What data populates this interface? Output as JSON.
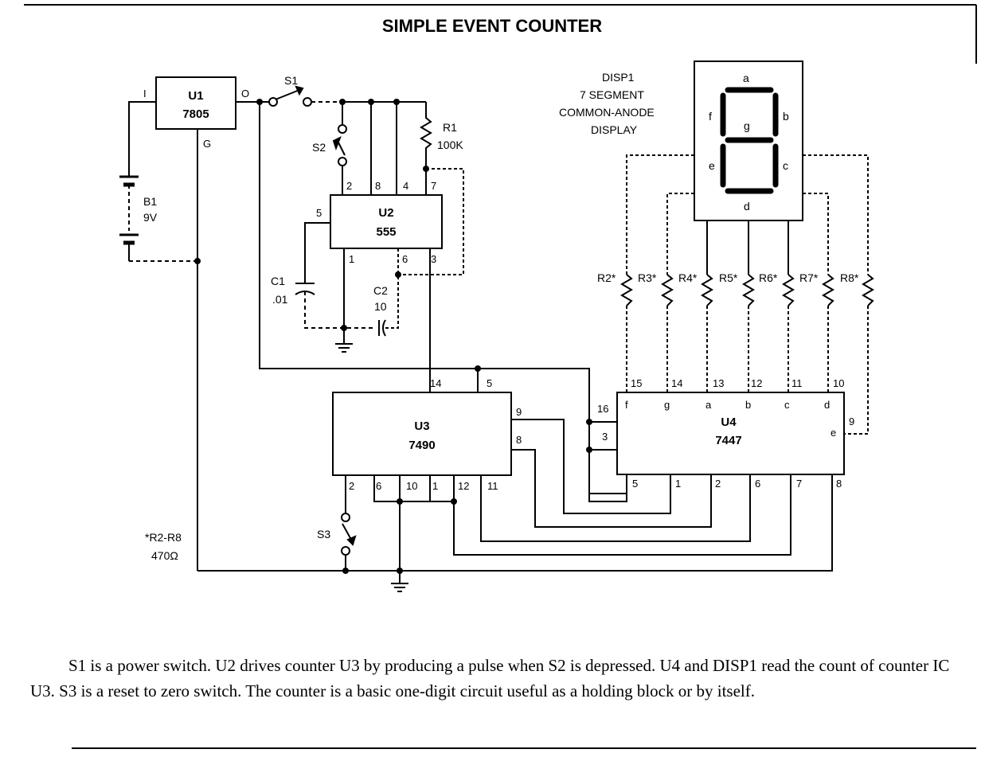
{
  "title": "SIMPLE EVENT COUNTER",
  "components": {
    "u1": {
      "ref": "U1",
      "part": "7805",
      "pin_in": "I",
      "pin_out": "O",
      "pin_gnd": "G"
    },
    "u2": {
      "ref": "U2",
      "part": "555",
      "pins": [
        "2",
        "8",
        "4",
        "7",
        "5",
        "1",
        "6",
        "3"
      ]
    },
    "u3": {
      "ref": "U3",
      "part": "7490",
      "pins": [
        "14",
        "5",
        "9",
        "8",
        "2",
        "6",
        "10",
        "1",
        "12",
        "11"
      ]
    },
    "u4": {
      "ref": "U4",
      "part": "7447",
      "pins": [
        "15",
        "14",
        "13",
        "12",
        "11",
        "10",
        "16",
        "3",
        "9",
        "5",
        "1",
        "2",
        "6",
        "7",
        "8"
      ],
      "segments": [
        "f",
        "g",
        "a",
        "b",
        "c",
        "d",
        "e"
      ]
    },
    "b1": {
      "ref": "B1",
      "value": "9V"
    },
    "r1": {
      "ref": "R1",
      "value": "100K"
    },
    "c1": {
      "ref": "C1",
      "value": ".01"
    },
    "c2": {
      "ref": "C2",
      "value": "10"
    },
    "s1": {
      "ref": "S1"
    },
    "s2": {
      "ref": "S2"
    },
    "s3": {
      "ref": "S3"
    },
    "resistors": [
      "R2*",
      "R3*",
      "R4*",
      "R5*",
      "R6*",
      "R7*",
      "R8*"
    ],
    "resistor_note": [
      "*R2-R8",
      "470Ω"
    ],
    "disp1": {
      "label": [
        "DISP1",
        "7 SEGMENT",
        "COMMON-ANODE",
        "DISPLAY"
      ],
      "segments": [
        "a",
        "b",
        "c",
        "d",
        "e",
        "f",
        "g"
      ]
    }
  },
  "caption": "S1 is a power switch. U2 drives counter U3 by producing a pulse when S2 is depressed. U4 and DISP1 read the count of counter IC U3. S3 is a reset to zero switch. The counter is a basic one-digit circuit useful as a holding block or by itself."
}
